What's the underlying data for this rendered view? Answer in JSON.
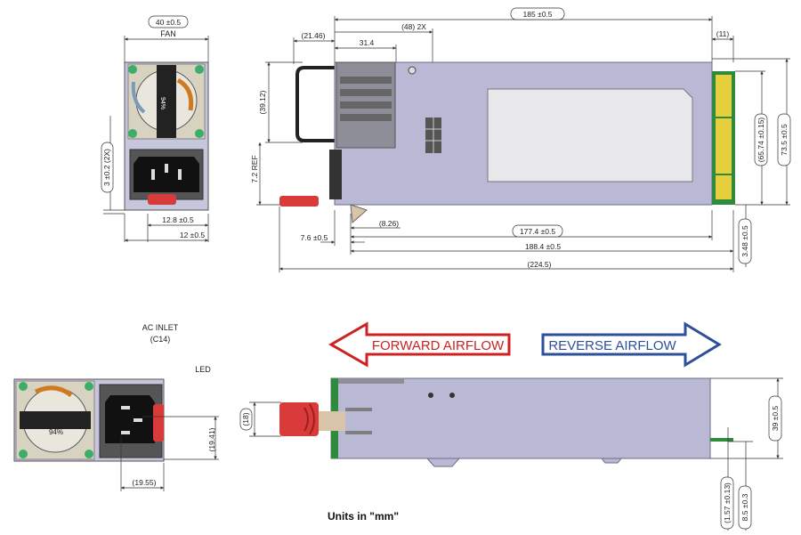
{
  "front_view_top": {
    "width_label": "40 ±0.5",
    "fan_label": "FAN",
    "fan_badge": "94%",
    "side_label": "3 ±0.2 (2X)",
    "dim_a": "12.8 ±0.5",
    "dim_b": "12 ±0.5"
  },
  "side_view_top": {
    "length": "185 ±0.5",
    "handle_depth": "(21.46)",
    "offset_48": "(48) 2X",
    "dim_314": "31.4",
    "connector_11": "(11)",
    "handle_height": "(39.12)",
    "ref_72": "7.2 REF",
    "height_6574": "(65.74 ±0.15)",
    "height_735": "73.5 ±0.5",
    "dim_76": "7.6 ±0.5",
    "dim_826": "(8.26)",
    "dim_1774": "177.4 ±0.5",
    "dim_1884": "188.4 ±0.5",
    "dim_2245": "(224.5)",
    "dim_348": "3.48 ±0.5"
  },
  "front_view_bottom": {
    "ac_inlet": "AC INLET",
    "c14": "(C14)",
    "led": "LED",
    "fan_badge": "94%",
    "dim_1941": "(19.41)",
    "dim_1955": "(19.55)"
  },
  "side_view_bottom": {
    "forward": "FORWARD AIRFLOW",
    "reverse": "REVERSE AIRFLOW",
    "dim_18": "(18)",
    "dim_39": "39 ±0.5",
    "dim_157": "(1.57 ±0.13)",
    "dim_85": "8.5 ±0.3"
  },
  "units_note": "Units in \"mm\"",
  "colors": {
    "body": "#b9b9d6",
    "body_edge": "#6c6c86",
    "connector": "#e5cf3c",
    "pcb": "#2e8b3e",
    "latch": "#d93a3a",
    "forward_arrow": "#cc2222",
    "reverse_arrow": "#2e4f9b"
  }
}
